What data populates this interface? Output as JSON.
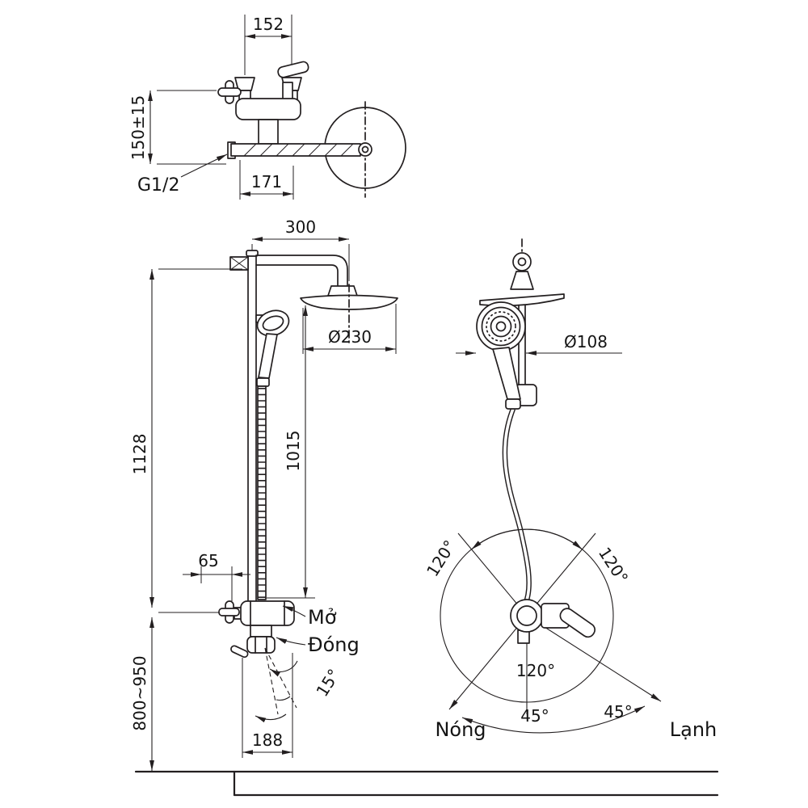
{
  "meta": {
    "type": "technical-dimension-drawing",
    "subject": "shower column with wall-mounted mixer, rain head and hand shower",
    "background": "#ffffff",
    "line_color": "#231f20"
  },
  "wall_mixer_view": {
    "dim_inlet_spacing": "152",
    "dim_height_tolerance": "150±15",
    "dim_arm_projection": "171",
    "thread_spec": "G1/2"
  },
  "front_view": {
    "dim_arm_reach": "300",
    "dim_rain_head_diameter": "Ø230",
    "dim_column_height": "1128",
    "dim_riser_height": "1015",
    "dim_offset": "65",
    "label_open": "Mở",
    "label_close": "Đóng",
    "dim_diverter_angle": "15°",
    "dim_install_height": "800~950",
    "dim_projection": "188"
  },
  "side_view": {
    "dim_hand_shower_diameter": "Ø108",
    "angle_upper_left": "120°",
    "angle_upper_right": "120°",
    "angle_lower": "120°",
    "angle_hot": "45°",
    "angle_cold": "45°",
    "label_hot": "Nóng",
    "label_cold": "Lạnh"
  }
}
